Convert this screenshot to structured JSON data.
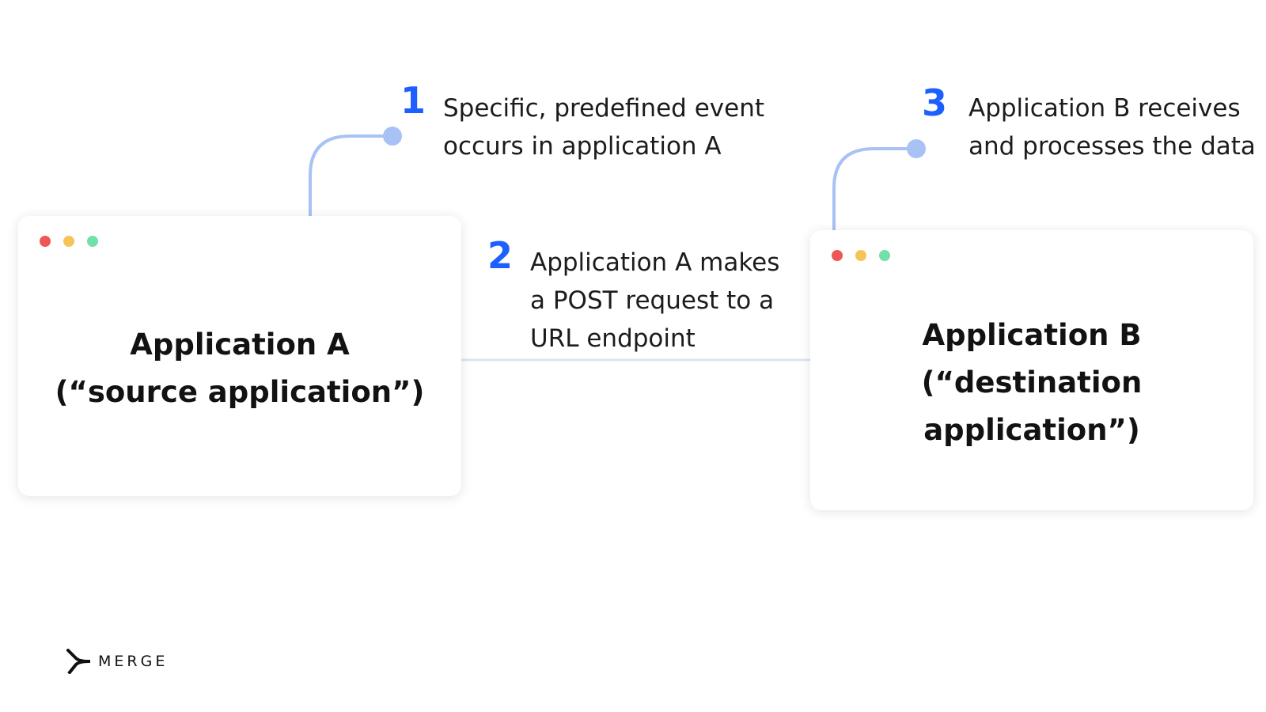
{
  "steps": [
    {
      "number": "1",
      "lines": [
        "Specific, predefined event",
        "occurs in application A"
      ]
    },
    {
      "number": "2",
      "lines": [
        "Application A makes",
        "a POST request to a",
        "URL endpoint"
      ]
    },
    {
      "number": "3",
      "lines": [
        "Application B receives",
        "and processes the data"
      ]
    }
  ],
  "cards": {
    "source": {
      "title_lines": [
        "Application A",
        "(“source application”)"
      ]
    },
    "destination": {
      "title_lines": [
        "Application B",
        "(“destination application”)"
      ]
    }
  },
  "logo": {
    "text": "MERGE"
  },
  "colors": {
    "accent": "#1d5fff",
    "connector": "#a8c2f5",
    "dot_red": "#ef5656",
    "dot_yellow": "#f6c358",
    "dot_green": "#72e0a8"
  }
}
